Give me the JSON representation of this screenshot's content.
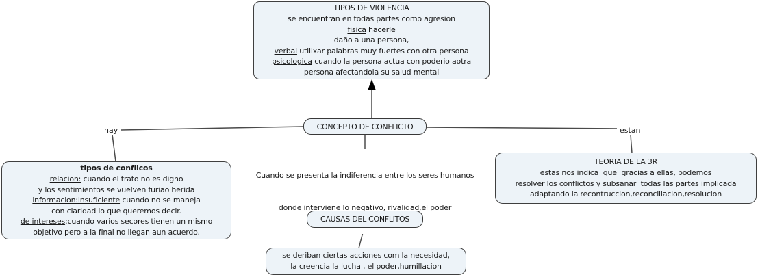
{
  "diagram": {
    "colors": {
      "background": "#ffffff",
      "box_fill": "#edf3f8",
      "box_border": "#3f3f3f",
      "connector": "#4a4a4a",
      "arrowhead": "#000000",
      "text": "#1b1b1b"
    },
    "nodes": {
      "violence": {
        "title": "TIPOS DE VIOLENCIA",
        "line1": "se encuentran en todas partes como agresion",
        "line2": {
          "u": "fisica",
          "rest": " hacerle"
        },
        "line3": "daño a una persona,",
        "line4": {
          "u": "verbal",
          "rest": " utilixar palabras muy fuertes con otra persona"
        },
        "line5": {
          "u": "psicologica",
          "rest": " cuando la persona actua con poderio aotra"
        },
        "line6": "persona afectandola su salud mental"
      },
      "concept": {
        "label": "CONCEPTO DE CONFLICTO"
      },
      "concept_description": {
        "line1": "Cuando se presenta la indiferencia entre los seres humanos",
        "line2": "donde interviene lo negativo, rivalidad,el poder"
      },
      "conflict_types": {
        "title": "tipos de conflicos",
        "line1": {
          "u": "relacion:",
          "rest": " cuando el trato no es digno"
        },
        "line2": "y los sentimientos se vuelven furiao herida",
        "line3": {
          "u": "informacion:insuficiente",
          "rest": " cuando no se maneja"
        },
        "line4": "con claridad lo que queremos decir.",
        "line5": {
          "u": "de intereses",
          "rest": ":cuando varios secores tienen un mismo"
        },
        "line6": "objetivo pero a la final no llegan aun acuerdo."
      },
      "theory_3r": {
        "title": "TEORIA DE LA 3R",
        "line1": "estas nos indica  que  gracias a ellas, podemos",
        "line2": "resolver los conflictos y subsanar  todas las partes implicada",
        "line3": "adaptando la recontruccion,reconciliacion,resolucion"
      },
      "causes": {
        "label": "CAUSAS DEL CONFLITOS"
      },
      "causes_detail": {
        "line1": "se deriban ciertas acciones com la necesidad,",
        "line2": "la creencia la lucha , el poder,humillacion"
      }
    },
    "link_labels": {
      "hay": "hay",
      "estan": "estan"
    }
  }
}
